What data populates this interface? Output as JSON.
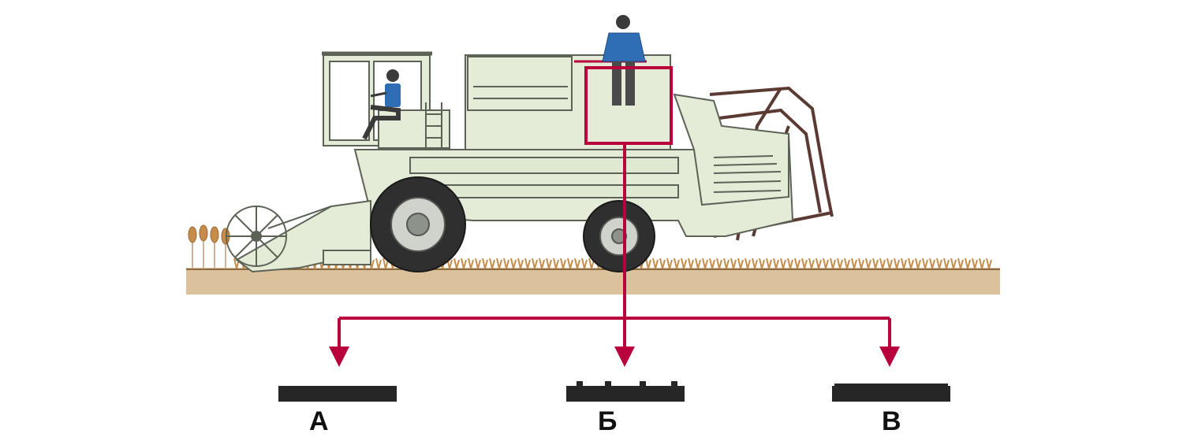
{
  "colors": {
    "body": "#e4ecd7",
    "outline": "#5c6356",
    "tire": "#2f2f2f",
    "hub": "#cfd3cc",
    "soil": "#dcc29c",
    "stubble": "#c58c4b",
    "arrow": "#b8003c",
    "strip": "#262626",
    "reel": "#5a3a32",
    "worker_shirt": "#2f6db5",
    "worker_pants": "#3a3a3a"
  },
  "icons": [
    "combine-harvester",
    "operator-in-cab",
    "standing-worker",
    "flooring-sample"
  ],
  "options": [
    {
      "label": "А",
      "surface": "smooth"
    },
    {
      "label": "Б",
      "surface": "raised-studs"
    },
    {
      "label": "В",
      "surface": "fine-ridged"
    }
  ]
}
